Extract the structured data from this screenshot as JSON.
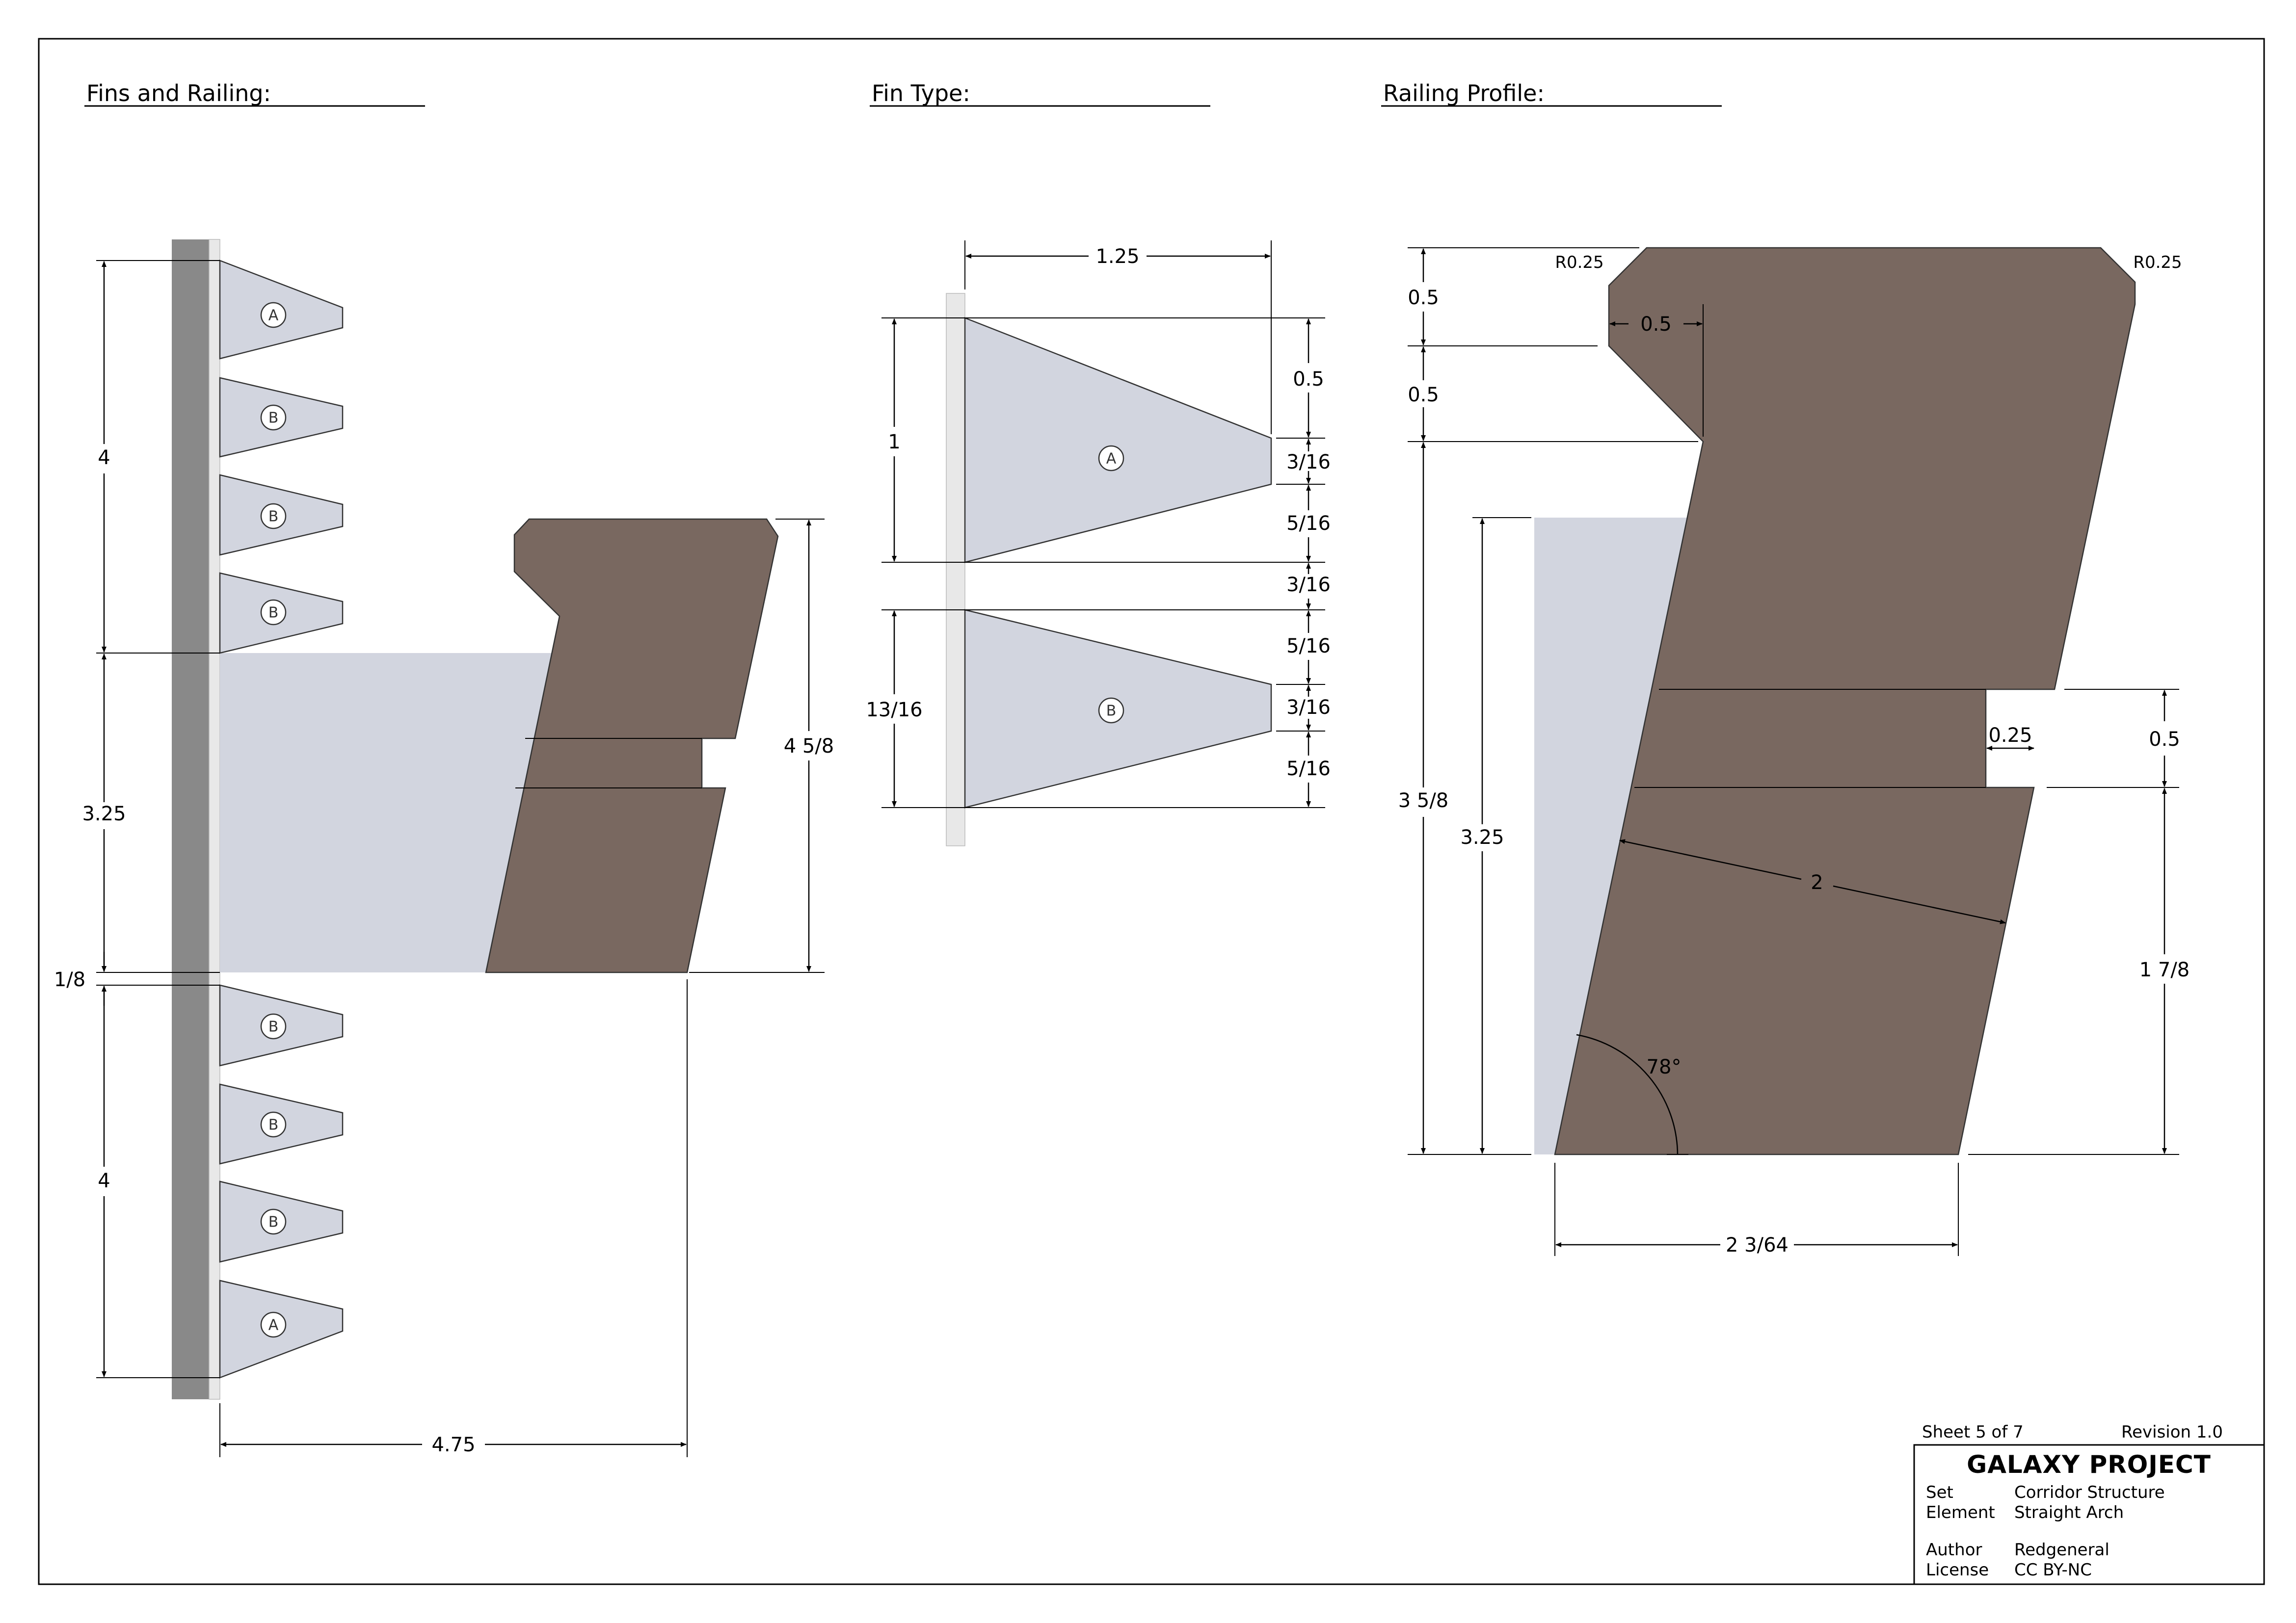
{
  "sections": {
    "fins_railing": "Fins and Railing:",
    "fin_type": "Fin Type:",
    "railing_profile": "Railing Profile:"
  },
  "fin_labels": {
    "a": "A",
    "b": "B"
  },
  "dims_left": {
    "top_height": "4",
    "middle_height": "3.25",
    "gap": "1/8",
    "bottom_height": "4",
    "width": "4.75",
    "rail_height": "4 5/8"
  },
  "dims_fin": {
    "width": "1.25",
    "fin_a_height": "1",
    "fin_b_height": "13/16",
    "d1": "0.5",
    "d2": "3/16",
    "d3": "5/16",
    "d4": "3/16",
    "d5": "5/16",
    "d6": "3/16",
    "d7": "5/16"
  },
  "dims_profile": {
    "radius_left": "R0.25",
    "radius_right": "R0.25",
    "top1": "0.5",
    "top2": "0.5",
    "notch_width": "0.5",
    "total_height": "3 5/8",
    "panel_height": "3.25",
    "groove_depth": "0.25",
    "groove_height": "0.5",
    "lower_height": "1 7/8",
    "thickness": "2",
    "angle": "78°",
    "base_width": "2 3/64"
  },
  "title_block": {
    "sheet": "Sheet 5 of 7",
    "revision": "Revision 1.0",
    "project": "GALAXY PROJECT",
    "set_label": "Set",
    "set_value": "Corridor Structure",
    "element_label": "Element",
    "element_value": "Straight Arch",
    "author_label": "Author",
    "author_value": "Redgeneral",
    "license_label": "License",
    "license_value": "CC BY-NC"
  }
}
